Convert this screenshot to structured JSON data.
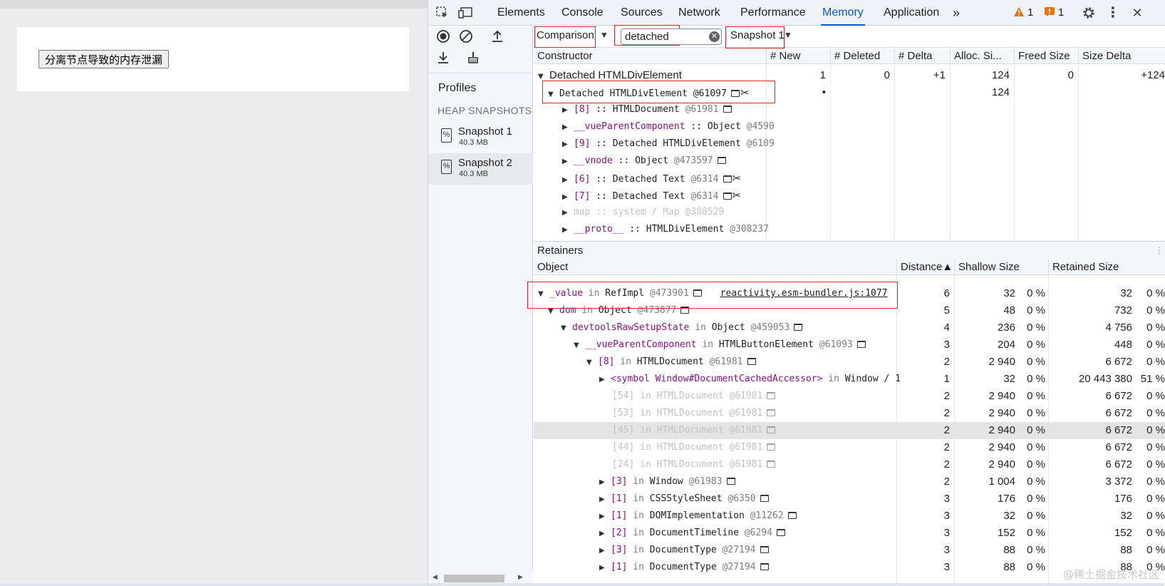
{
  "page": {
    "button_label": "分离节点导致的内存泄漏"
  },
  "devtools": {
    "tabs": [
      "Elements",
      "Console",
      "Sources",
      "Network",
      "Performance",
      "Memory",
      "Application"
    ],
    "more_tabs": "»",
    "warnings_count": "1",
    "issues_count": "1",
    "sidebar": {
      "profiles_label": "Profiles",
      "heap_label": "HEAP SNAPSHOTS",
      "snapshots": [
        {
          "name": "Snapshot 1",
          "size": "40.3 MB"
        },
        {
          "name": "Snapshot 2",
          "size": "40.3 MB"
        }
      ]
    },
    "toolbar": {
      "view_select": "Comparison",
      "filter_value": "detached",
      "baseline_select": "Snapshot 1"
    },
    "constructor_table": {
      "headers": [
        "Constructor",
        "# New",
        "# Deleted",
        "# Delta",
        "Alloc. Si...",
        "Freed Size",
        "Size Delta"
      ],
      "group": {
        "label": "Detached HTMLDivElement",
        "new": "1",
        "deleted": "0",
        "delta": "+1",
        "alloc": "124",
        "freed": "0",
        "size_delta": "+124"
      },
      "instance": {
        "label": "Detached HTMLDivElement @61097",
        "new": "•",
        "alloc": "124"
      },
      "children": [
        {
          "key": "[8]",
          "sep": " :: ",
          "type": "HTMLDocument",
          "id": " @61981",
          "node": true,
          "scissors": false
        },
        {
          "key": "__vueParentComponent",
          "sep": " :: ",
          "type": "Object",
          "id": " @4590",
          "node": false,
          "scissors": false
        },
        {
          "key": "[9]",
          "sep": " :: ",
          "type": "Detached HTMLDivElement",
          "id": " @6109",
          "node": false,
          "scissors": false
        },
        {
          "key": "__vnode",
          "sep": " :: ",
          "type": "Object",
          "id": " @473597",
          "node": true,
          "scissors": false
        },
        {
          "key": "[6]",
          "sep": " :: ",
          "type": "Detached Text",
          "id": " @6314",
          "node": true,
          "scissors": true
        },
        {
          "key": "[7]",
          "sep": " :: ",
          "type": "Detached Text",
          "id": " @6314",
          "node": true,
          "scissors": true
        },
        {
          "key": "map",
          "sep": " :: ",
          "type": "system / Map",
          "id": " @380529",
          "node": false,
          "scissors": false,
          "faded": true
        },
        {
          "key": "__proto__",
          "sep": " :: ",
          "type": "HTMLDivElement",
          "id": " @308237",
          "node": false,
          "scissors": false
        }
      ]
    },
    "retainers": {
      "title": "Retainers",
      "headers": [
        "Object",
        "Distance▲",
        "Shallow Size",
        "Retained Size"
      ],
      "rows": [
        {
          "key": "_value",
          "in": " in ",
          "type": "RefImpl",
          "id": " @473901",
          "link": "reactivity.esm-bundler.js:1077",
          "distance": "6",
          "shallow": "32",
          "shallow_pct": "0 %",
          "retained": "32",
          "retained_pct": "0 %"
        },
        {
          "key": "dom",
          "in": " in ",
          "type": "Object",
          "id": " @473877",
          "distance": "5",
          "shallow": "48",
          "shallow_pct": "0 %",
          "retained": "732",
          "retained_pct": "0 %"
        },
        {
          "key": "devtoolsRawSetupState",
          "in": " in ",
          "type": "Object",
          "id": " @459053",
          "distance": "4",
          "shallow": "236",
          "shallow_pct": "0 %",
          "retained": "4 756",
          "retained_pct": "0 %"
        },
        {
          "key": "__vueParentComponent",
          "in": " in ",
          "type": "HTMLButtonElement",
          "id": " @61093",
          "distance": "3",
          "shallow": "204",
          "shallow_pct": "0 %",
          "retained": "448",
          "retained_pct": "0 %"
        },
        {
          "key": "[8]",
          "in": " in ",
          "type": "HTMLDocument",
          "id": " @61981",
          "distance": "2",
          "shallow": "2 940",
          "shallow_pct": "0 %",
          "retained": "6 672",
          "retained_pct": "0 %"
        },
        {
          "key": "<symbol Window#DocumentCachedAccessor>",
          "in": " in ",
          "type": "Window / 1",
          "id": "",
          "distance": "1",
          "shallow": "32",
          "shallow_pct": "0 %",
          "retained": "20 443 380",
          "retained_pct": "51 %"
        },
        {
          "key": "[54]",
          "in": " in ",
          "type": "HTMLDocument",
          "id": " @61981",
          "distance": "2",
          "shallow": "2 940",
          "shallow_pct": "0 %",
          "retained": "6 672",
          "retained_pct": "0 %"
        },
        {
          "key": "[53]",
          "in": " in ",
          "type": "HTMLDocument",
          "id": " @61981",
          "distance": "2",
          "shallow": "2 940",
          "shallow_pct": "0 %",
          "retained": "6 672",
          "retained_pct": "0 %"
        },
        {
          "key": "[45]",
          "in": " in ",
          "type": "HTMLDocument",
          "id": " @61981",
          "distance": "2",
          "shallow": "2 940",
          "shallow_pct": "0 %",
          "retained": "6 672",
          "retained_pct": "0 %"
        },
        {
          "key": "[44]",
          "in": " in ",
          "type": "HTMLDocument",
          "id": " @61981",
          "distance": "2",
          "shallow": "2 940",
          "shallow_pct": "0 %",
          "retained": "6 672",
          "retained_pct": "0 %"
        },
        {
          "key": "[24]",
          "in": " in ",
          "type": "HTMLDocument",
          "id": " @61981",
          "distance": "2",
          "shallow": "2 940",
          "shallow_pct": "0 %",
          "retained": "6 672",
          "retained_pct": "0 %"
        },
        {
          "key": "[3]",
          "in": " in ",
          "type": "Window",
          "id": " @61983",
          "distance": "2",
          "shallow": "1 004",
          "shallow_pct": "0 %",
          "retained": "3 372",
          "retained_pct": "0 %"
        },
        {
          "key": "[1]",
          "in": " in ",
          "type": "CSSStyleSheet",
          "id": " @6350",
          "distance": "3",
          "shallow": "176",
          "shallow_pct": "0 %",
          "retained": "176",
          "retained_pct": "0 %"
        },
        {
          "key": "[1]",
          "in": " in ",
          "type": "DOMImplementation",
          "id": " @11262",
          "distance": "3",
          "shallow": "32",
          "shallow_pct": "0 %",
          "retained": "32",
          "retained_pct": "0 %"
        },
        {
          "key": "[2]",
          "in": " in ",
          "type": "DocumentTimeline",
          "id": " @6294",
          "distance": "3",
          "shallow": "152",
          "shallow_pct": "0 %",
          "retained": "152",
          "retained_pct": "0 %"
        },
        {
          "key": "[3]",
          "in": " in ",
          "type": "DocumentType",
          "id": " @27194",
          "distance": "3",
          "shallow": "88",
          "shallow_pct": "0 %",
          "retained": "88",
          "retained_pct": "0 %"
        },
        {
          "key": "[1]",
          "in": " in ",
          "type": "DocumentType",
          "id": " @27194",
          "distance": "3",
          "shallow": "88",
          "shallow_pct": "0 %",
          "retained": "88",
          "retained_pct": "0 %"
        }
      ]
    },
    "watermark": "@稀土掘金技术社区",
    "colors": {
      "accent": "#0b57d0",
      "highlight": "#d6252f",
      "property": "#881280"
    }
  }
}
